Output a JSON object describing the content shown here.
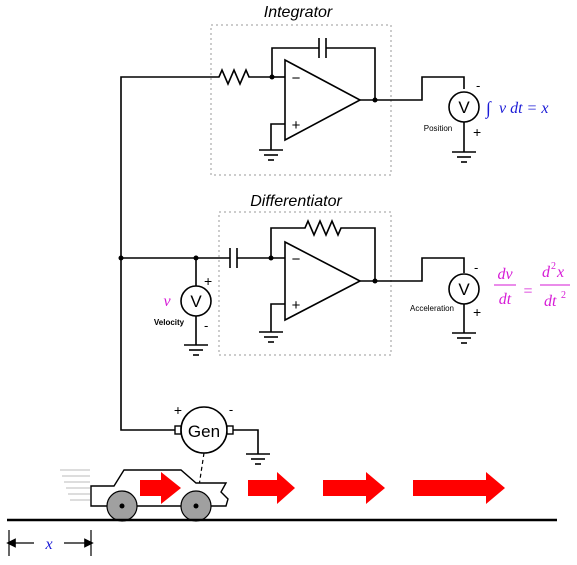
{
  "integrator": {
    "title": "Integrator",
    "minus": "−",
    "plus": "+"
  },
  "differentiator": {
    "title": "Differentiator",
    "minus": "−",
    "plus": "+"
  },
  "meters": {
    "symbol": "V",
    "position_label": "Position",
    "acceleration_label": "Acceleration",
    "velocity_label": "Velocity",
    "minus": "-",
    "plus": "+"
  },
  "generator": {
    "label": "Gen",
    "plus": "+",
    "minus": "-"
  },
  "equations": {
    "integral_sign": "∫",
    "integral_body": "v dt = x",
    "velocity_var": "v",
    "dv": "dv",
    "dt": "dt",
    "d2x_d": "d",
    "d2x_sup": "2",
    "d2x_x": "x",
    "dt2_dt": "dt",
    "dt2_sup": "2",
    "equals": "="
  },
  "displacement": {
    "label": "x"
  },
  "colors": {
    "integral_color": "#1a1ad6",
    "derivative_color": "#d61ad6",
    "arrow_color": "#ff0000",
    "wheel_color": "#a0a0a0"
  }
}
